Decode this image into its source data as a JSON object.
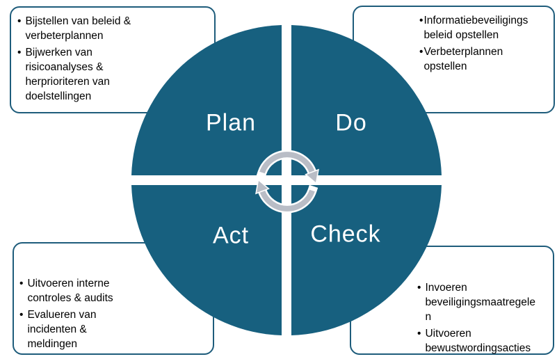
{
  "colors": {
    "quadrant": "#17607F",
    "box_border": "#1E5C7B",
    "box_text": "#000000",
    "label_text": "#FFFFFF",
    "arrow": "#B9BDC6",
    "arrow_outline": "#FFFFFF"
  },
  "bullet_char": "•",
  "quadrants": {
    "plan": "Plan",
    "do": "Do",
    "act": "Act",
    "check": "Check"
  },
  "icons": {
    "center": "cycle-arrows-icon"
  },
  "boxes": {
    "top_left": {
      "items": [
        "Bijstellen van beleid &\nverbeterplannen",
        "Bijwerken van\nrisicoanalyses &\nherprioriteren van\ndoelstellingen"
      ]
    },
    "top_right": {
      "items": [
        "Informatiebeveiligings\nbeleid opstellen",
        "Verbeterplannen\nopstellen"
      ]
    },
    "bottom_left": {
      "items": [
        "Uitvoeren interne\ncontroles & audits",
        "Evalueren van\nincidenten &\nmeldingen"
      ]
    },
    "bottom_right": {
      "items": [
        "Invoeren\nbeveiligingsmaatregele\nn",
        "Uitvoeren\nbewustwordingsacties"
      ]
    }
  }
}
